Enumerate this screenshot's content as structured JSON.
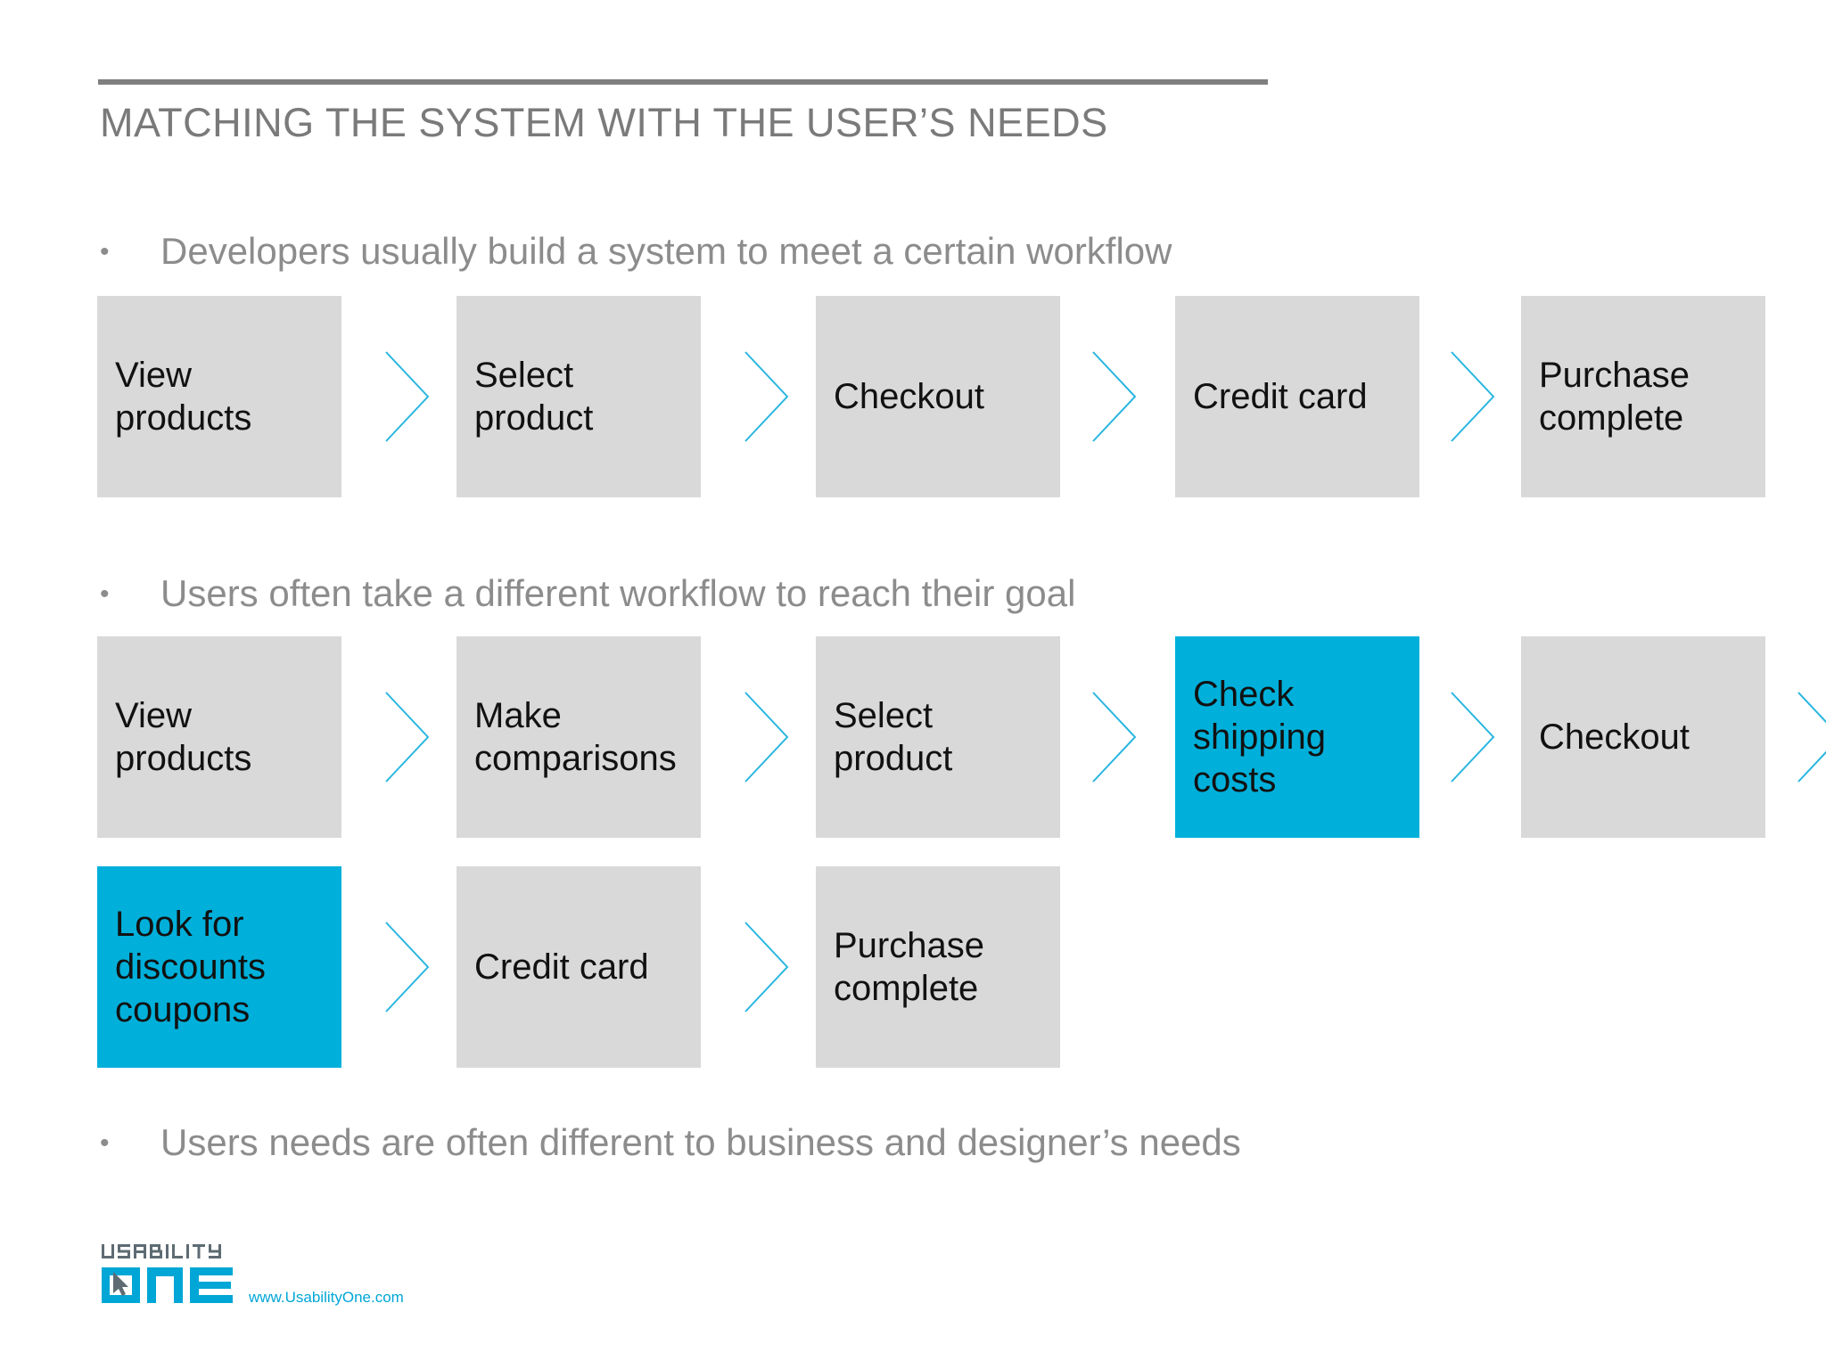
{
  "title": "MATCHING THE SYSTEM WITH THE USER’S NEEDS",
  "bullets": [
    "Developers usually build a system to meet a certain workflow",
    "Users often take a different workflow to reach their goal",
    "Users needs are often different to business and designer’s needs"
  ],
  "developer_flow": [
    {
      "text": "View\nproducts"
    },
    {
      "text": "Select\nproduct"
    },
    {
      "text": "Checkout"
    },
    {
      "text": "Credit card"
    },
    {
      "text": "Purchase\ncomplete"
    }
  ],
  "user_flow": [
    {
      "text": "View\nproducts"
    },
    {
      "text": "Make\ncomparisons"
    },
    {
      "text": "Select\nproduct"
    },
    {
      "text": "Check\nshipping\ncosts",
      "highlight": true
    },
    {
      "text": "Checkout"
    },
    {
      "text": "Look for\ndiscounts\ncoupons",
      "highlight": true
    },
    {
      "text": "Credit card"
    },
    {
      "text": "Purchase\ncomplete"
    }
  ],
  "colors": {
    "box_fill": "#d9d9d9",
    "highlight_fill": "#00b0da",
    "arrow": "#29b6e0",
    "title": "#7a7a7a",
    "bullet_text": "#8c8c8c"
  },
  "icons": {
    "chevron": "chevron-right-icon"
  },
  "logo": {
    "url_text": "www.UsabilityOne.com"
  }
}
